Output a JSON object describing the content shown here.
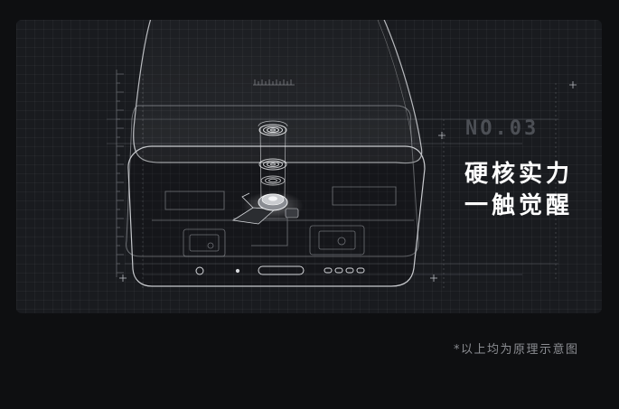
{
  "card": {
    "badge": "NO.03",
    "headline_line1": "硬核实力",
    "headline_line2": "一触觉醒"
  },
  "footnote": "*以上均为原理示意图",
  "colors": {
    "background": "#0e0f11",
    "card": "#191b1f",
    "headline": "#ffffff",
    "badge": "#4c4f55",
    "footnote": "#8b8d92"
  }
}
